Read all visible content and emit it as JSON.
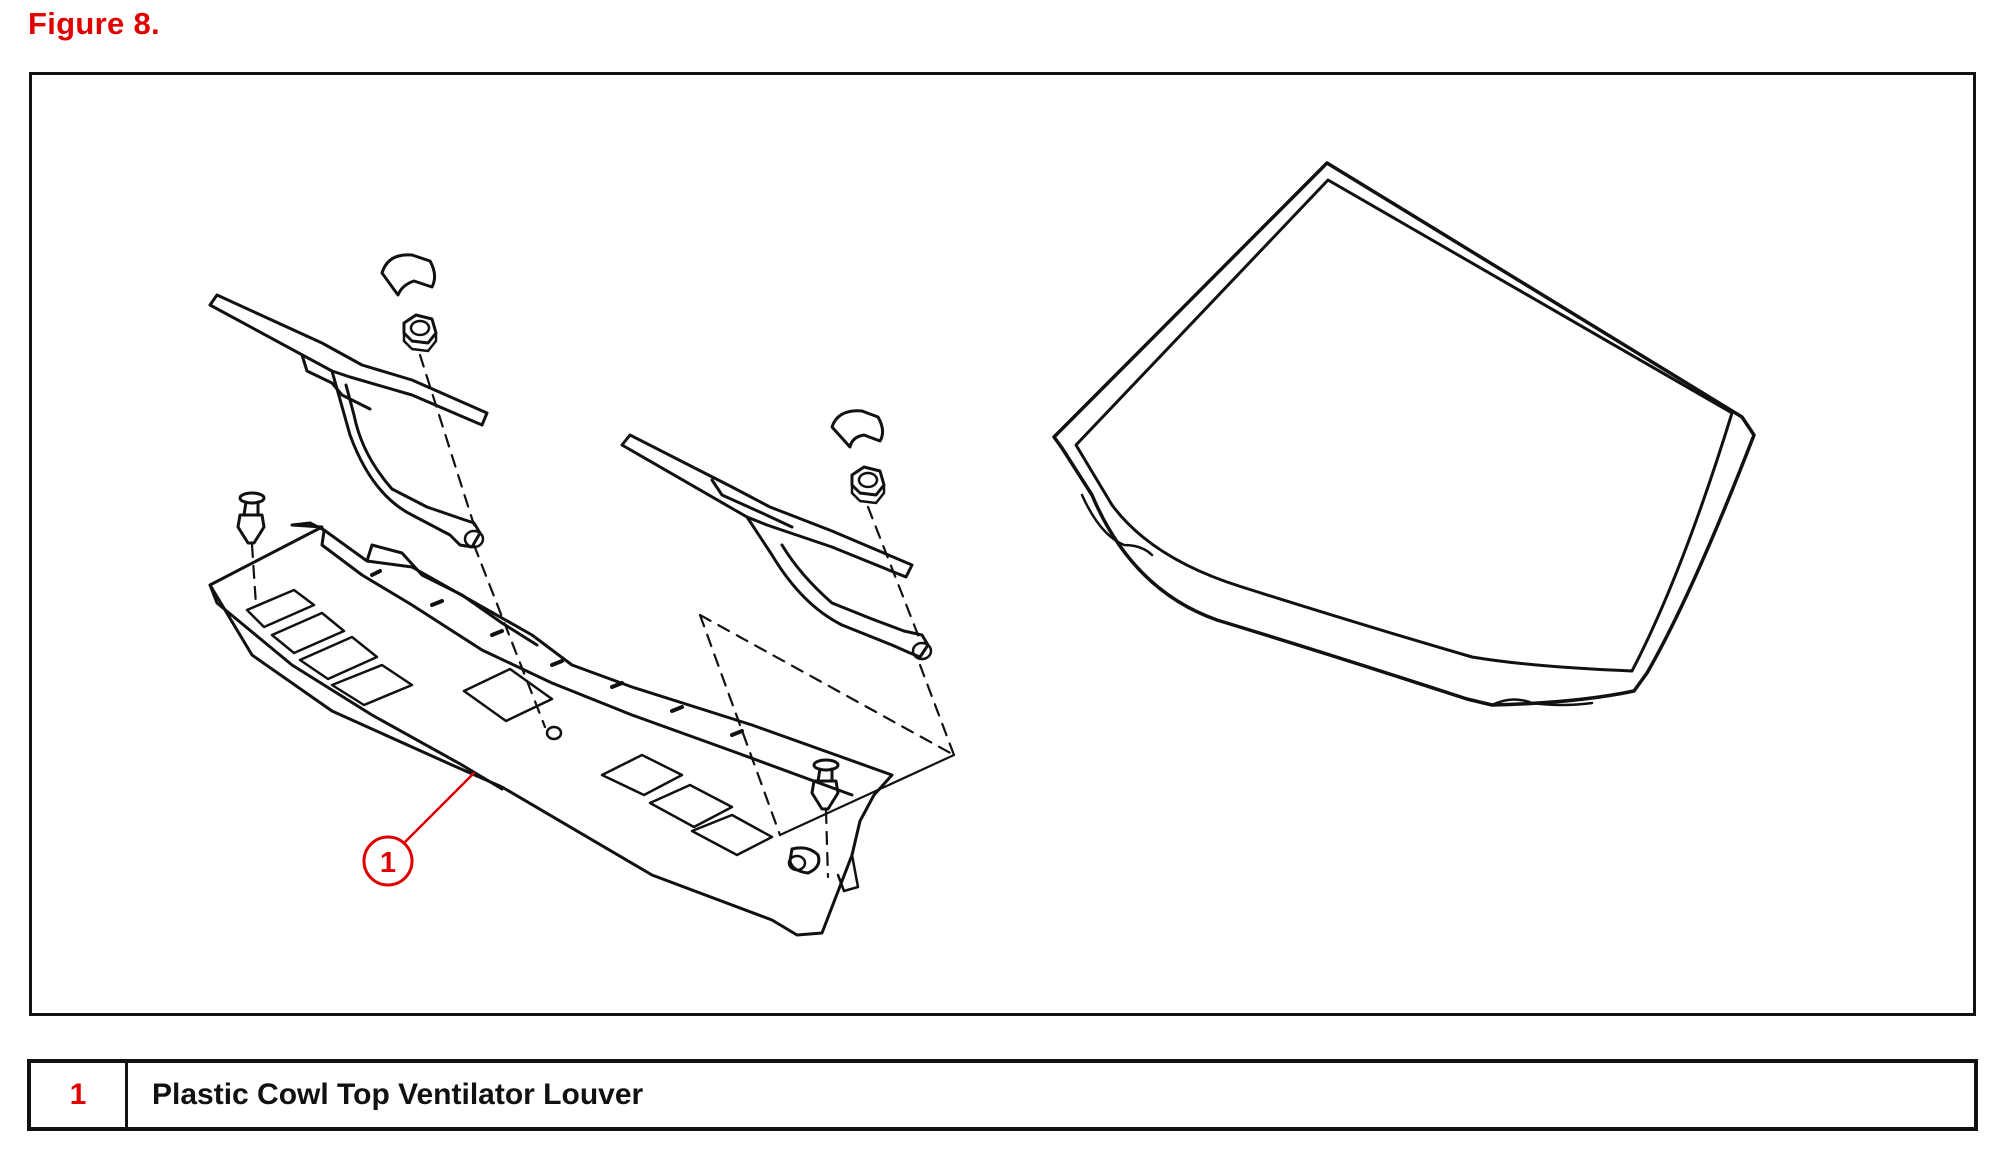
{
  "figure": {
    "title": "Figure 8.",
    "title_color": "#e00000"
  },
  "diagram": {
    "callouts": [
      {
        "number": "1",
        "color": "#e00000"
      }
    ],
    "parts": [
      "cowl-top-ventilator-louver",
      "left-wiper-arm",
      "right-wiper-arm",
      "wiper-nut-cap-left",
      "wiper-nut-cap-right",
      "wiper-nut-left",
      "wiper-nut-right",
      "clip-left",
      "clip-right",
      "windshield-glass"
    ]
  },
  "legend": {
    "rows": [
      {
        "number": "1",
        "description": "Plastic Cowl Top Ventilator Louver"
      }
    ]
  }
}
